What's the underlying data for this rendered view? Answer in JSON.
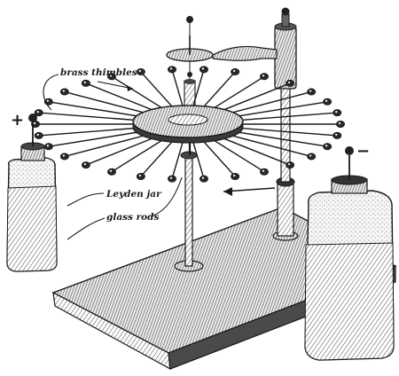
{
  "labels": {
    "brass_thimbles": "brass thimbles",
    "leyden_jar": "Leyden jar",
    "glass_rods": "glass rods"
  },
  "signs": {
    "left_terminal": "+",
    "right_terminal": "−"
  },
  "colors": {
    "ink": "#1a1a1a",
    "paper": "#ffffff",
    "hatch": "#6a6a6a"
  }
}
